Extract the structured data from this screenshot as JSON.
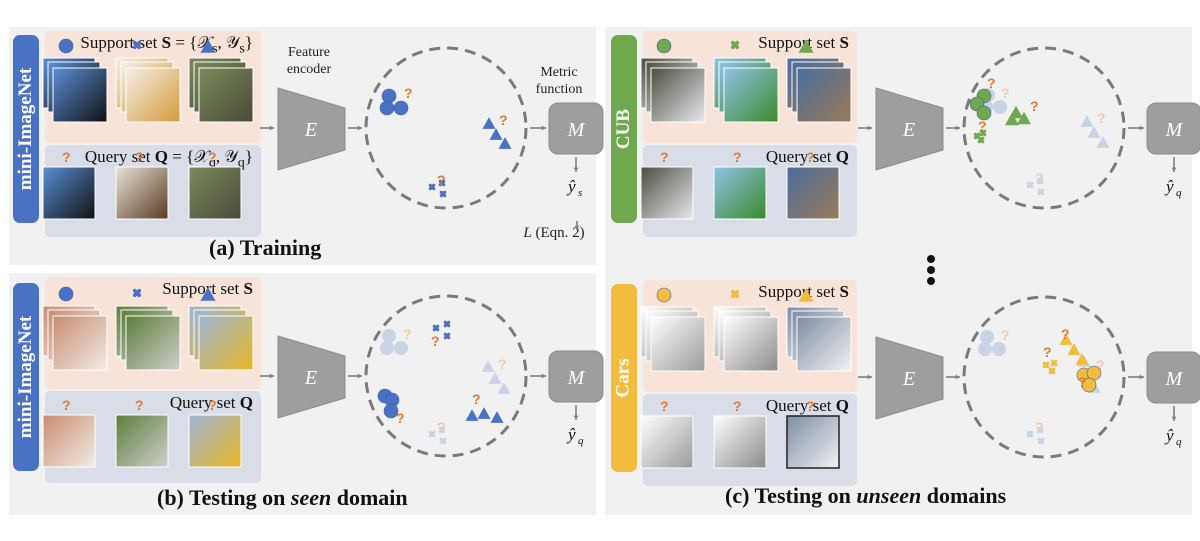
{
  "figure": {
    "panels": [
      {
        "id": "a",
        "caption_prefix": "(a) ",
        "caption_main": "Training",
        "caption_italic": "",
        "caption_suffix": "",
        "domain_label": "mini-ImageNet",
        "domain_color": "#4a72c4",
        "class_color": "#4a72c4",
        "support_title": "Support set S = {X_s, Y_s}",
        "support_title_parts": [
          "Support set ",
          "S",
          " = {𝒳",
          "s",
          ", 𝒴",
          "s",
          "}"
        ],
        "query_title_parts": [
          "Query set ",
          "Q",
          " = {𝒳",
          "q",
          ", 𝒴",
          "q",
          "}"
        ],
        "support_images": [
          "toucan",
          "soup dish",
          "tank"
        ],
        "query_images": [
          "toucan",
          "soup bowl",
          "tank"
        ],
        "encoder_caption": [
          "Feature",
          "encoder"
        ],
        "encoder_letter": "E",
        "metric_caption": [
          "Metric",
          "function"
        ],
        "metric_letter": "M",
        "output_label": "ŷ_s",
        "loss_label": "L (Eqn. 2)"
      },
      {
        "id": "b",
        "caption_prefix": "(b) Testing on ",
        "caption_italic": "seen",
        "caption_suffix": " domain",
        "domain_label": "mini-ImageNet",
        "domain_color": "#4a72c4",
        "class_color": "#4a72c4",
        "support_title_parts": [
          "Support set ",
          "S"
        ],
        "query_title_parts": [
          "Query set ",
          "Q"
        ],
        "support_images": [
          "bowl",
          "husky",
          "school bus"
        ],
        "query_images": [
          "bowl",
          "husky",
          "school bus"
        ],
        "encoder_letter": "E",
        "metric_letter": "M",
        "output_label": "ŷ_q"
      },
      {
        "id": "c",
        "caption_prefix": "(c) Testing on ",
        "caption_italic": "unseen",
        "caption_suffix": " domains",
        "rows": [
          {
            "domain_label": "CUB",
            "domain_color": "#70a84f",
            "class_color": "#70a84f",
            "support_title_parts": [
              "Support set ",
              "S"
            ],
            "query_title_parts": [
              "Query set ",
              "Q"
            ],
            "support_images": [
              "albatross",
              "green jay",
              "grebe"
            ],
            "query_images": [
              "albatross",
              "green jay",
              "grebe"
            ],
            "encoder_letter": "E",
            "metric_letter": "M",
            "output_label": "ŷ_q"
          },
          {
            "domain_label": "Cars",
            "domain_color": "#f2bc3e",
            "class_color": "#f2bc3e",
            "support_title_parts": [
              "Support set ",
              "S"
            ],
            "query_title_parts": [
              "Query set ",
              "Q"
            ],
            "support_images": [
              "sedan",
              "SUV",
              "van"
            ],
            "query_images": [
              "sedan",
              "SUV",
              "van"
            ],
            "encoder_letter": "E",
            "metric_letter": "M",
            "output_label": "ŷ_q"
          }
        ],
        "ellipsis": "⋮"
      }
    ],
    "legend": {
      "classes": [
        "circle",
        "cross",
        "triangle"
      ],
      "query_marker": "?",
      "query_color": "#e07a2f",
      "faded_color": "#c9d3e6"
    }
  }
}
